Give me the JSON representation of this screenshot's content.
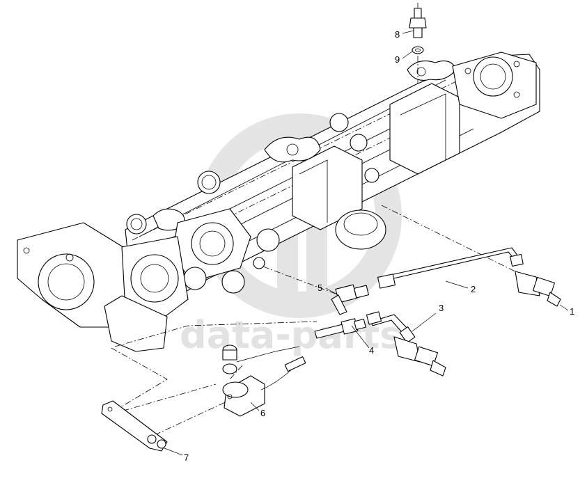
{
  "watermark": {
    "text": "data-parts",
    "color": "#d0d0d0"
  },
  "callouts": [
    {
      "id": "1",
      "label": "1"
    },
    {
      "id": "2",
      "label": "2"
    },
    {
      "id": "3",
      "label": "3"
    },
    {
      "id": "4",
      "label": "4"
    },
    {
      "id": "5",
      "label": "5"
    },
    {
      "id": "6",
      "label": "6"
    },
    {
      "id": "7",
      "label": "7"
    },
    {
      "id": "8",
      "label": "8"
    },
    {
      "id": "9",
      "label": "9"
    }
  ]
}
